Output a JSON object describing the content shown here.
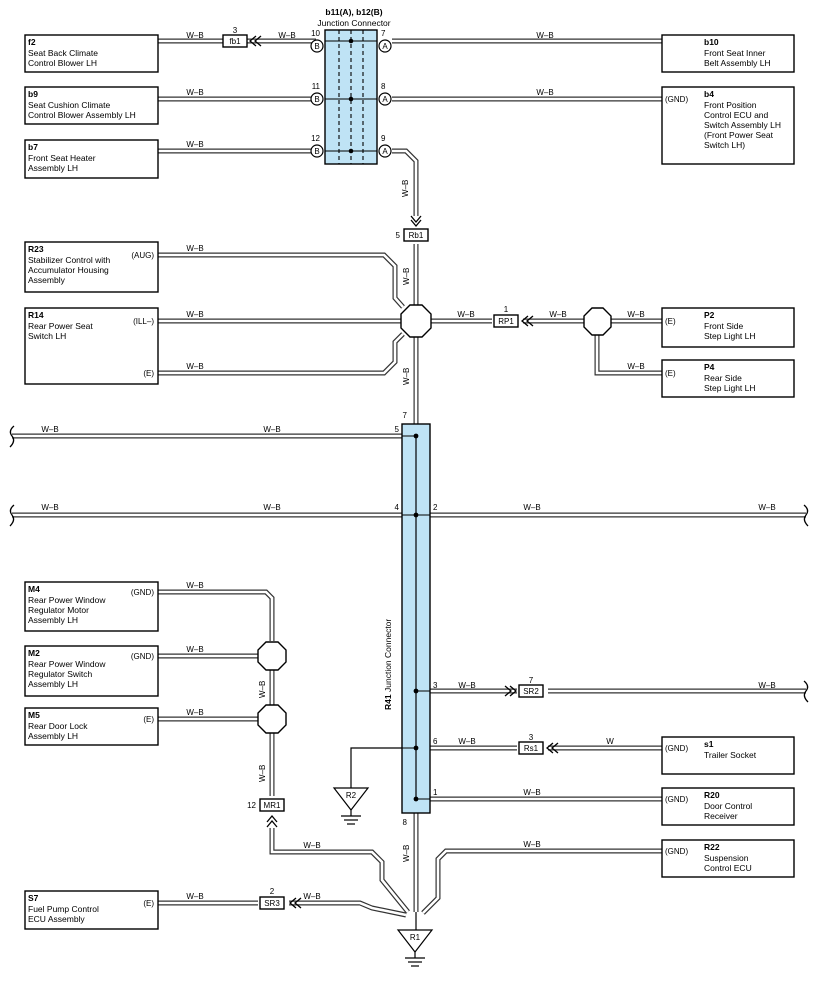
{
  "wire_label": "W–B",
  "wire_label_w": "W",
  "junction_top": {
    "title": "b11(A), b12(B)",
    "subtitle": "Junction Connector",
    "pin_a": "A",
    "pin_b": "B",
    "pins": [
      "10",
      "7",
      "11",
      "8",
      "12",
      "9"
    ]
  },
  "junction_main": {
    "id": "R41",
    "subtitle": "Junction Connector",
    "pins": [
      "7",
      "5",
      "4",
      "2",
      "3",
      "6",
      "1",
      "8"
    ]
  },
  "components": [
    {
      "code": "f2",
      "lines": [
        "Seat Back Climate",
        "Control Blower LH"
      ]
    },
    {
      "code": "b9",
      "lines": [
        "Seat Cushion Climate",
        "Control Blower Assembly LH"
      ]
    },
    {
      "code": "b7",
      "lines": [
        "Front Seat Heater",
        "Assembly LH"
      ]
    },
    {
      "code": "b10",
      "lines": [
        "Front Seat Inner",
        "Belt Assembly LH"
      ]
    },
    {
      "code": "b4",
      "terminal": "(GND)",
      "lines": [
        "Front Position",
        "Control ECU and",
        "Switch Assembly LH",
        "(Front Power Seat",
        " Switch LH)"
      ]
    },
    {
      "code": "R23",
      "terminal": "(AUG)",
      "lines": [
        "Stabilizer Control with",
        "Accumulator Housing",
        "Assembly"
      ]
    },
    {
      "code": "R14",
      "terminal": "(ILL–)",
      "terminal2": "(E)",
      "lines": [
        "Rear Power Seat",
        "Switch LH"
      ]
    },
    {
      "code": "P2",
      "terminal": "(E)",
      "lines": [
        "Front Side",
        "Step Light LH"
      ]
    },
    {
      "code": "P4",
      "terminal": "(E)",
      "lines": [
        "Rear Side",
        "Step Light LH"
      ]
    },
    {
      "code": "M4",
      "terminal": "(GND)",
      "lines": [
        "Rear Power Window",
        "Regulator Motor",
        "Assembly LH"
      ]
    },
    {
      "code": "M2",
      "terminal": "(GND)",
      "lines": [
        "Rear Power Window",
        "Regulator Switch",
        "Assembly LH"
      ]
    },
    {
      "code": "M5",
      "terminal": "(E)",
      "lines": [
        "Rear Door Lock",
        "Assembly LH"
      ]
    },
    {
      "code": "s1",
      "terminal": "(GND)",
      "lines": [
        "Trailer Socket"
      ]
    },
    {
      "code": "R20",
      "terminal": "(GND)",
      "lines": [
        "Door Control",
        "Receiver"
      ]
    },
    {
      "code": "R22",
      "terminal": "(GND)",
      "lines": [
        "Suspension",
        "Control ECU"
      ]
    },
    {
      "code": "S7",
      "terminal": "(E)",
      "lines": [
        "Fuel Pump Control",
        "ECU Assembly"
      ]
    }
  ],
  "inline_connectors": [
    {
      "id": "fb1",
      "pin": "3"
    },
    {
      "id": "Rb1",
      "pin": "5"
    },
    {
      "id": "RP1",
      "pin": "1"
    },
    {
      "id": "SR2",
      "pin": "7"
    },
    {
      "id": "Rs1",
      "pin": "3"
    },
    {
      "id": "MR1",
      "pin": "12"
    },
    {
      "id": "SR3",
      "pin": "2"
    }
  ],
  "grounds": [
    "R1",
    "R2"
  ]
}
